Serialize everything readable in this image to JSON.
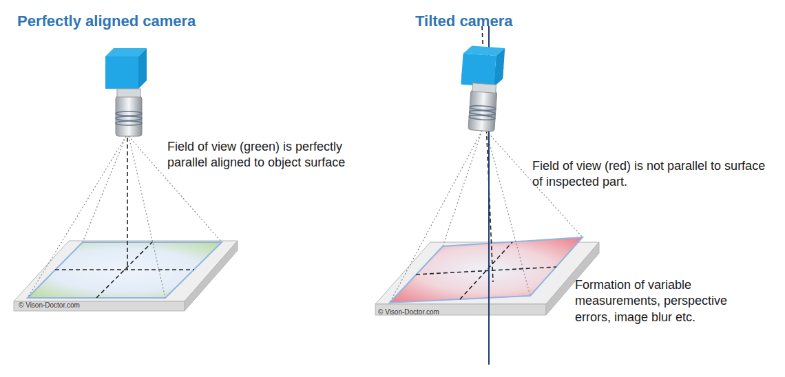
{
  "diagram": {
    "labels": [
      "Perfectly aligned camera",
      "Tilted camera",
      "Field of view (green) is perfectly parallel aligned to object surface",
      "Field of view (red) is not parallel to surface of inspected part.",
      "Formation of variable measurements, perspective errors, image blur etc.",
      "© Vison-Doctor.com",
      "© Vison-Doctor.com"
    ]
  }
}
